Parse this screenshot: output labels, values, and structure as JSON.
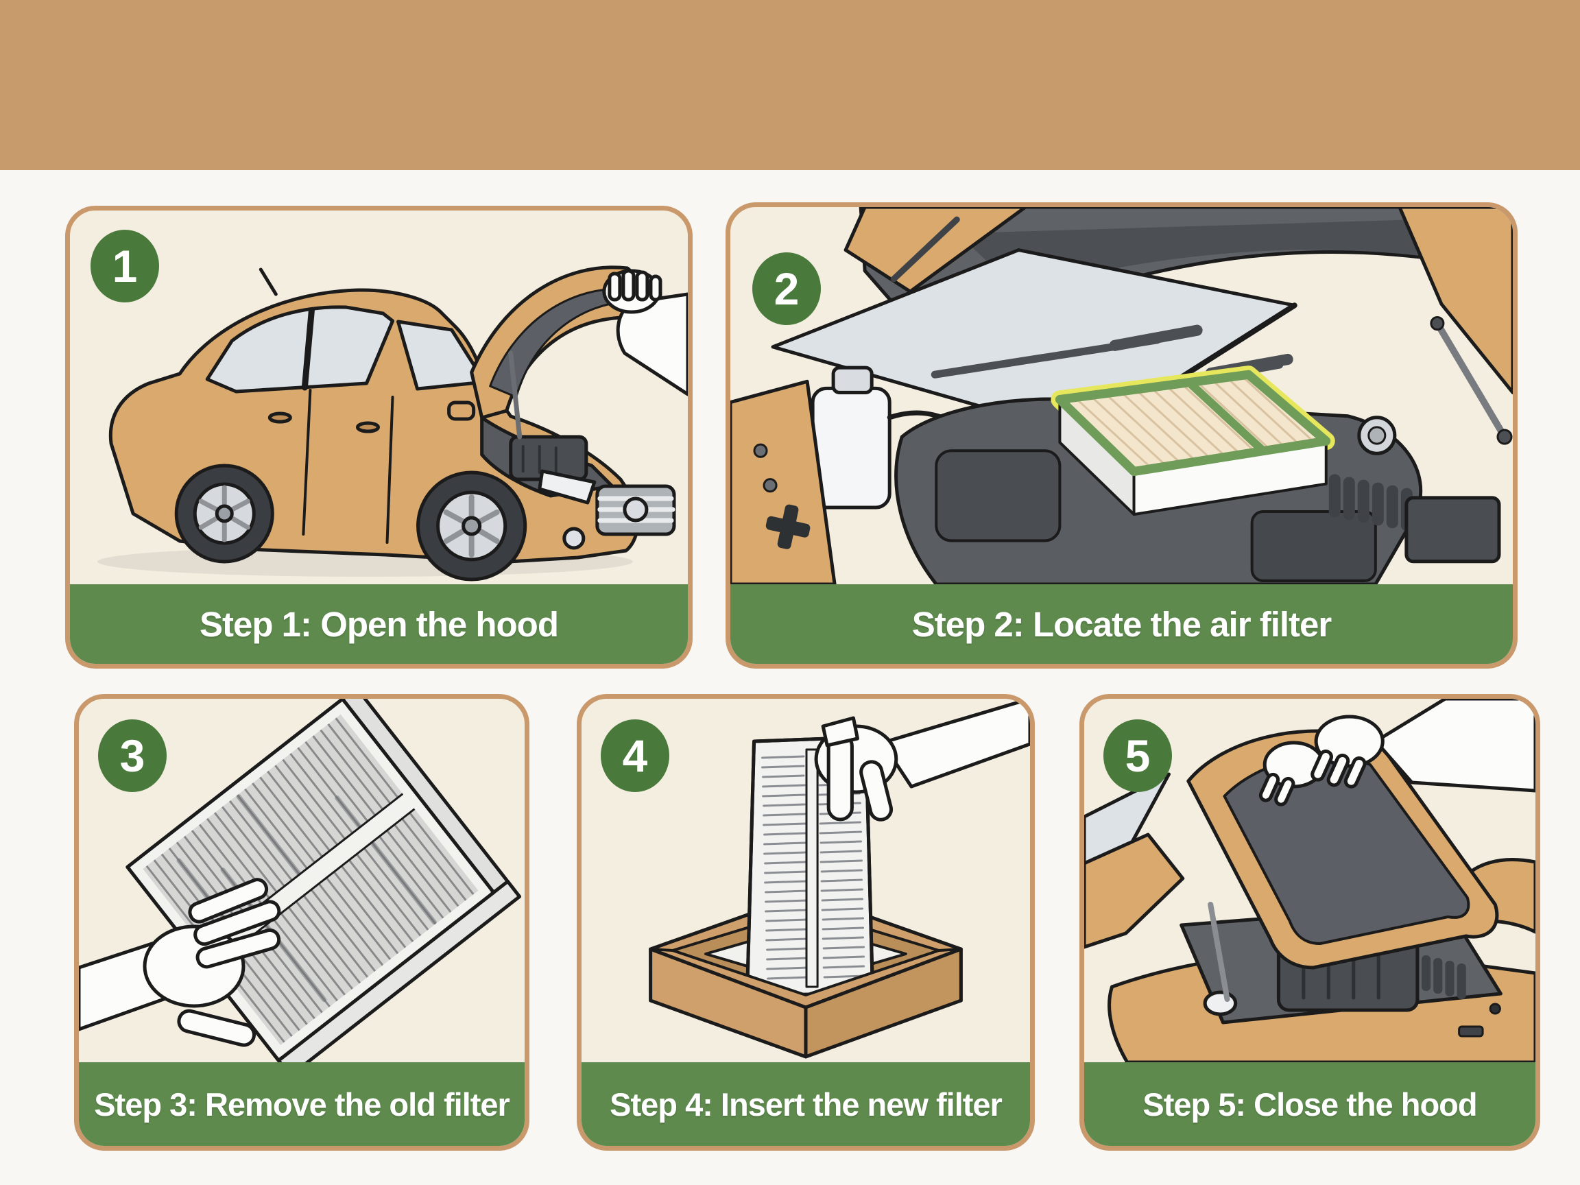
{
  "colors": {
    "banner_tan": "#C79B6C",
    "page_bg": "#F8F7F4",
    "panel_bg": "#F4EEE0",
    "panel_border": "#C9996B",
    "label_green": "#5E8A4D",
    "badge_green": "#49793B",
    "label_text": "#FFFFFF",
    "outline": "#1B1B1B",
    "car_tan": "#D9A96E",
    "dark_gray": "#5E6267",
    "engine_gray": "#4A4E52",
    "window_gray": "#DDE2E6",
    "filter_cream": "#F3E6CC",
    "filter_green": "#6F9C59",
    "highlight_yellow": "#E6E75C",
    "box_tan": "#CFA06B",
    "hand_white": "#FCFCFA"
  },
  "steps": [
    {
      "number": "1",
      "label": "Step 1: Open the hood",
      "illustration": "car-side-hood-open"
    },
    {
      "number": "2",
      "label": "Step 2: Locate the air filter",
      "illustration": "engine-bay-air-filter-highlighted"
    },
    {
      "number": "3",
      "label": "Step 3: Remove the old filter",
      "illustration": "hand-removing-old-filter"
    },
    {
      "number": "4",
      "label": "Step 4: Insert the new filter",
      "illustration": "hand-inserting-new-filter-into-box"
    },
    {
      "number": "5",
      "label": "Step 5: Close the hood",
      "illustration": "hands-closing-hood"
    }
  ]
}
